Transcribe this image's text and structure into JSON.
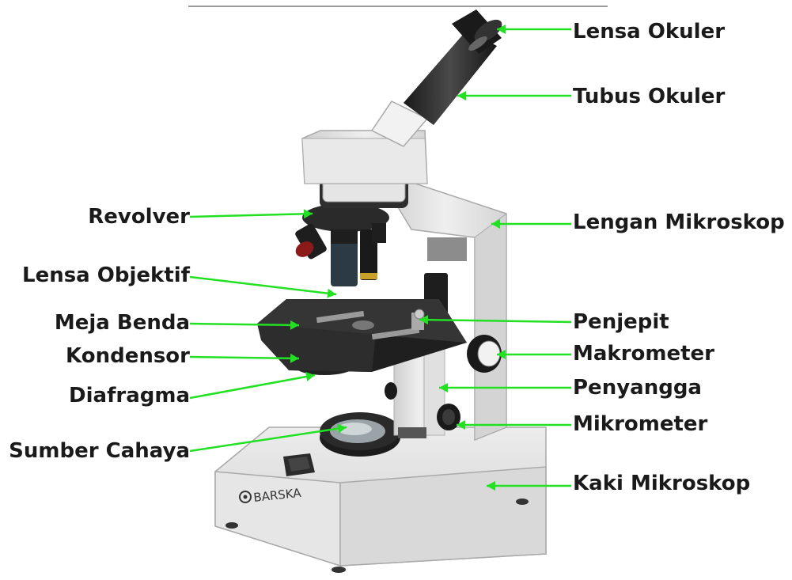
{
  "brand_text": "BARSKA",
  "colors": {
    "leader": "#22e022",
    "label_text": "#1a1a1a",
    "body": "#dcdcdc",
    "stage_plate": "#2a2a2a"
  },
  "labels_right": {
    "lensa_okuler": "Lensa Okuler",
    "tubus_okuler": "Tubus Okuler",
    "lengan_mikroskop": "Lengan Mikroskop",
    "penjepit": "Penjepit",
    "makrometer": "Makrometer",
    "penyangga": "Penyangga",
    "mikrometer": "Mikrometer",
    "kaki_mikroskop": "Kaki Mikroskop"
  },
  "labels_left": {
    "revolver": "Revolver",
    "lensa_objektif": "Lensa Objektif",
    "meja_benda": "Meja Benda",
    "kondensor": "Kondensor",
    "diafragma": "Diafragma",
    "sumber_cahaya": "Sumber Cahaya"
  }
}
